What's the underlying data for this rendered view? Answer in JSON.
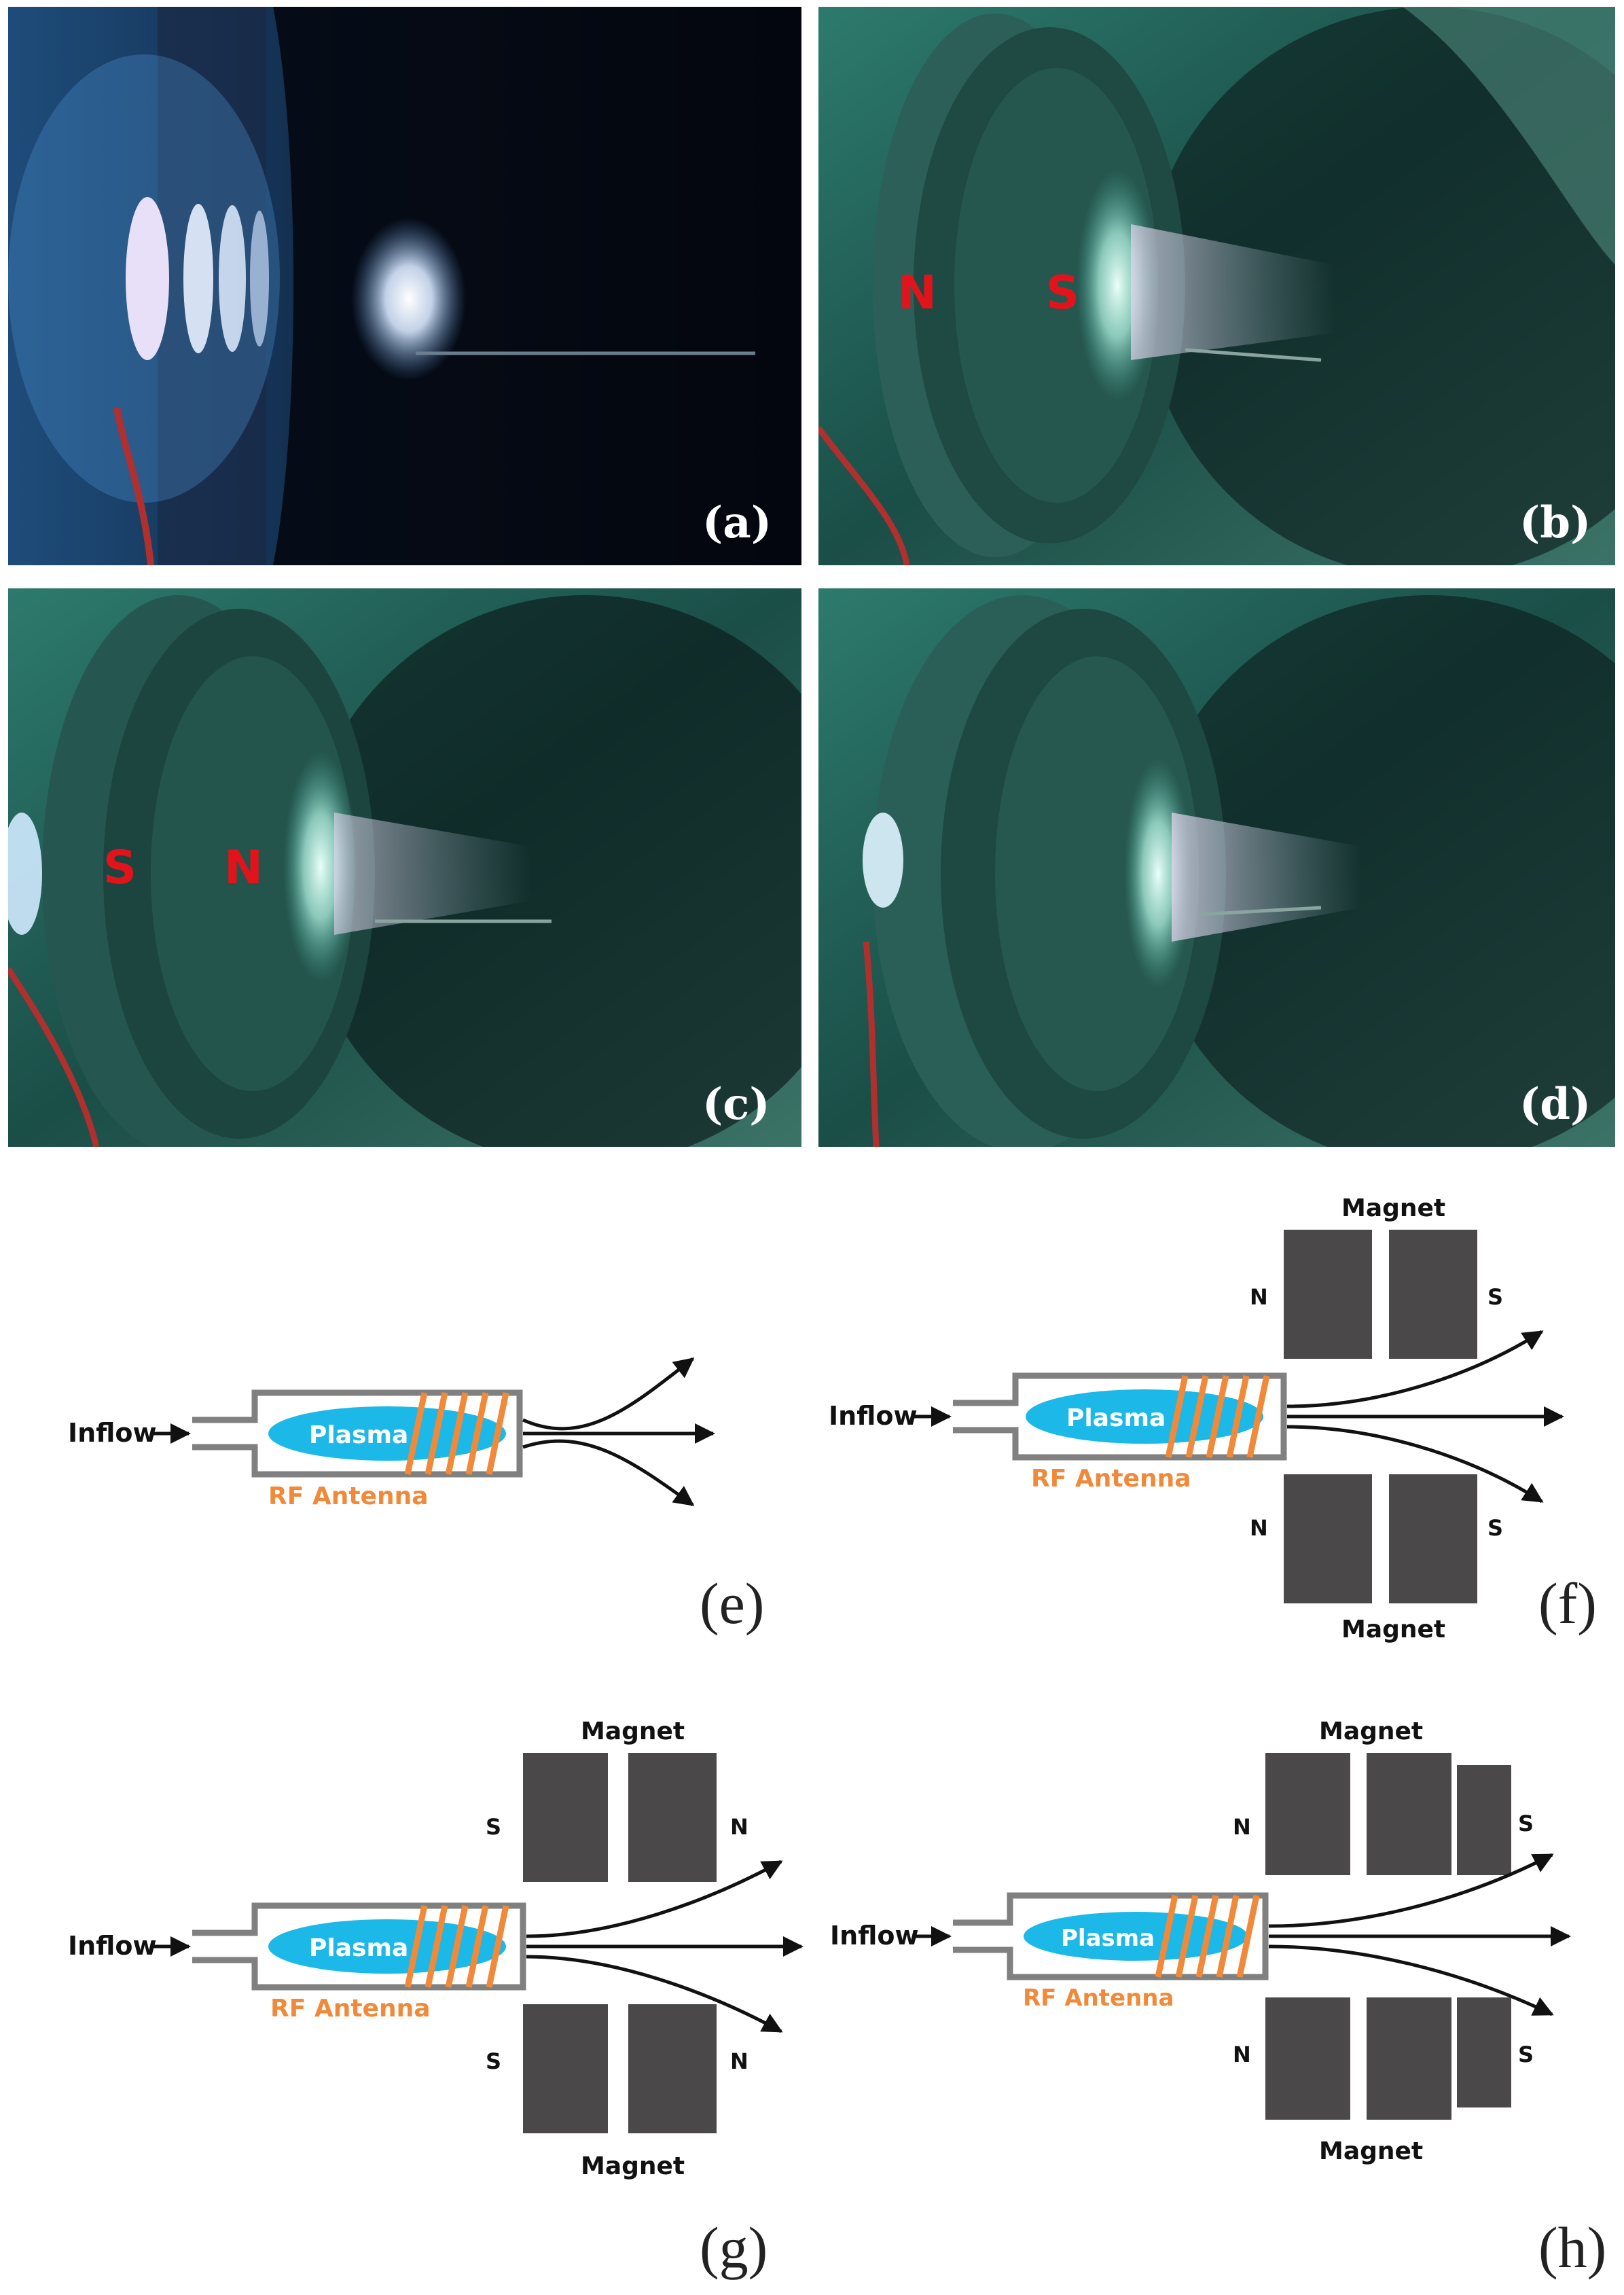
{
  "photos": {
    "a": {
      "label": "(a)"
    },
    "b": {
      "label": "(b)",
      "pole_left": "N",
      "pole_right": "S"
    },
    "c": {
      "label": "(c)",
      "pole_left": "S",
      "pole_right": "N"
    },
    "d": {
      "label": "(d)"
    }
  },
  "diagram_labels": {
    "inflow": "Inflow",
    "plasma": "Plasma",
    "antenna": "RF Antenna",
    "magnet": "Magnet"
  },
  "diagrams": {
    "e": {
      "caption": "(e)"
    },
    "f": {
      "caption": "(f)",
      "pole_left": "N",
      "pole_right": "S"
    },
    "g": {
      "caption": "(g)",
      "pole_left": "S",
      "pole_right": "N"
    },
    "h": {
      "caption": "(h)",
      "pole_left": "N",
      "pole_right": "S"
    }
  },
  "colors": {
    "plasma": "#1bb8e8",
    "antenna": "#f08a3a",
    "tube": "#808080",
    "magnet": "#4a4849",
    "pole_text_photo": "#e3131b"
  }
}
